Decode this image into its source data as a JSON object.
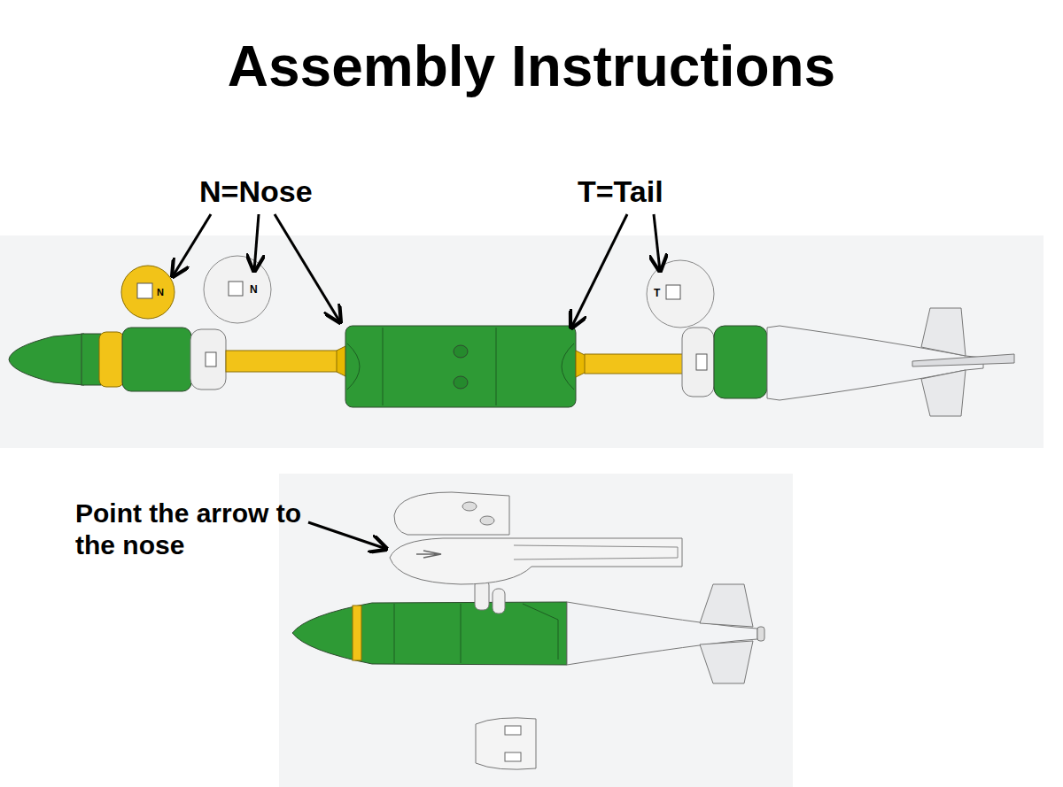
{
  "diagram": {
    "title": "Assembly Instructions",
    "labels": [
      "N=Nose",
      "T=Tail",
      "N",
      "N",
      "T",
      "Point the arrow to the nose"
    ]
  }
}
